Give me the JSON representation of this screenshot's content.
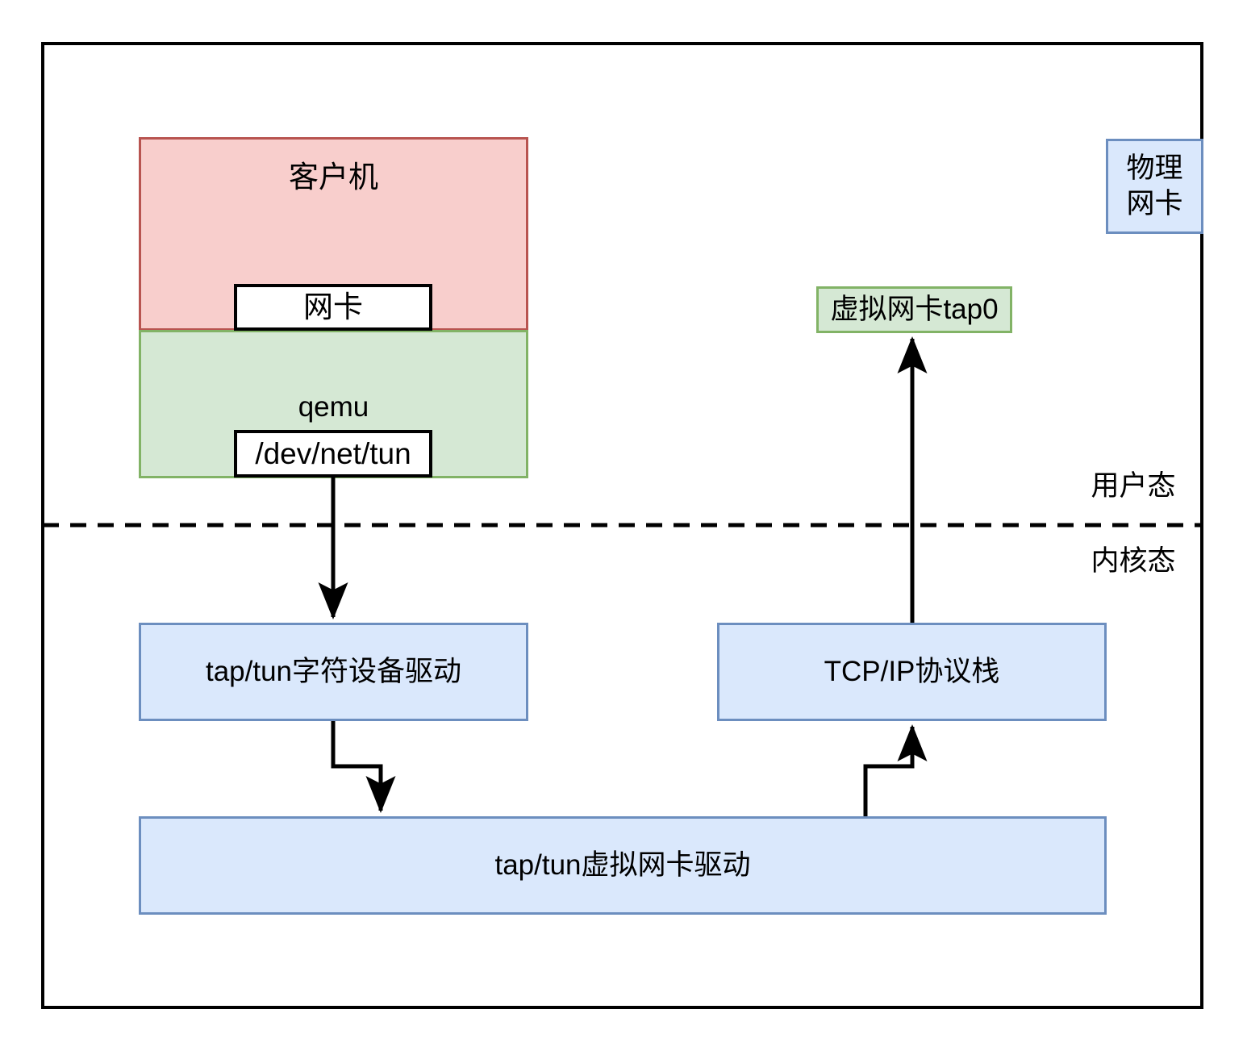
{
  "diagram": {
    "title_text": "",
    "colors": {
      "guest_fill": "#f8cecc",
      "guest_stroke": "#b85450",
      "qemu_fill": "#d5e8d4",
      "qemu_stroke": "#82b366",
      "kernel_fill": "#dae8fc",
      "kernel_stroke": "#6c8ebf",
      "white_fill": "#ffffff",
      "line": "#000000"
    },
    "nodes": {
      "guest": "客户机",
      "guest_nic": "网卡",
      "qemu": "qemu",
      "dev_net_tun": "/dev/net/tun",
      "virtual_nic_tap0": "虚拟网卡tap0",
      "physical_nic": "物理\n网卡",
      "tap_tun_char_driver": "tap/tun字符设备驱动",
      "tcp_ip_stack": "TCP/IP协议栈",
      "tap_tun_virtual_nic_driver": "tap/tun虚拟网卡驱动"
    },
    "labels": {
      "user_mode": "用户态",
      "kernel_mode": "内核态"
    },
    "edges": [
      {
        "name": "tun-to-char-driver",
        "from": "dev_net_tun",
        "to": "tap_tun_char_driver",
        "style": "straight-down",
        "arrow": "end"
      },
      {
        "name": "char-driver-to-virtual-nic-driver",
        "from": "tap_tun_char_driver",
        "to": "tap_tun_virtual_nic_driver",
        "style": "elbow-down-right-down",
        "arrow": "end"
      },
      {
        "name": "virtual-nic-driver-to-tcpip",
        "from": "tap_tun_virtual_nic_driver",
        "to": "tcp_ip_stack",
        "style": "elbow-up-right-up",
        "arrow": "end"
      },
      {
        "name": "tcpip-to-tap0",
        "from": "tcp_ip_stack",
        "to": "virtual_nic_tap0",
        "style": "straight-up",
        "arrow": "end"
      }
    ],
    "divider": {
      "name": "user-kernel-divider",
      "style": "dashed"
    }
  }
}
